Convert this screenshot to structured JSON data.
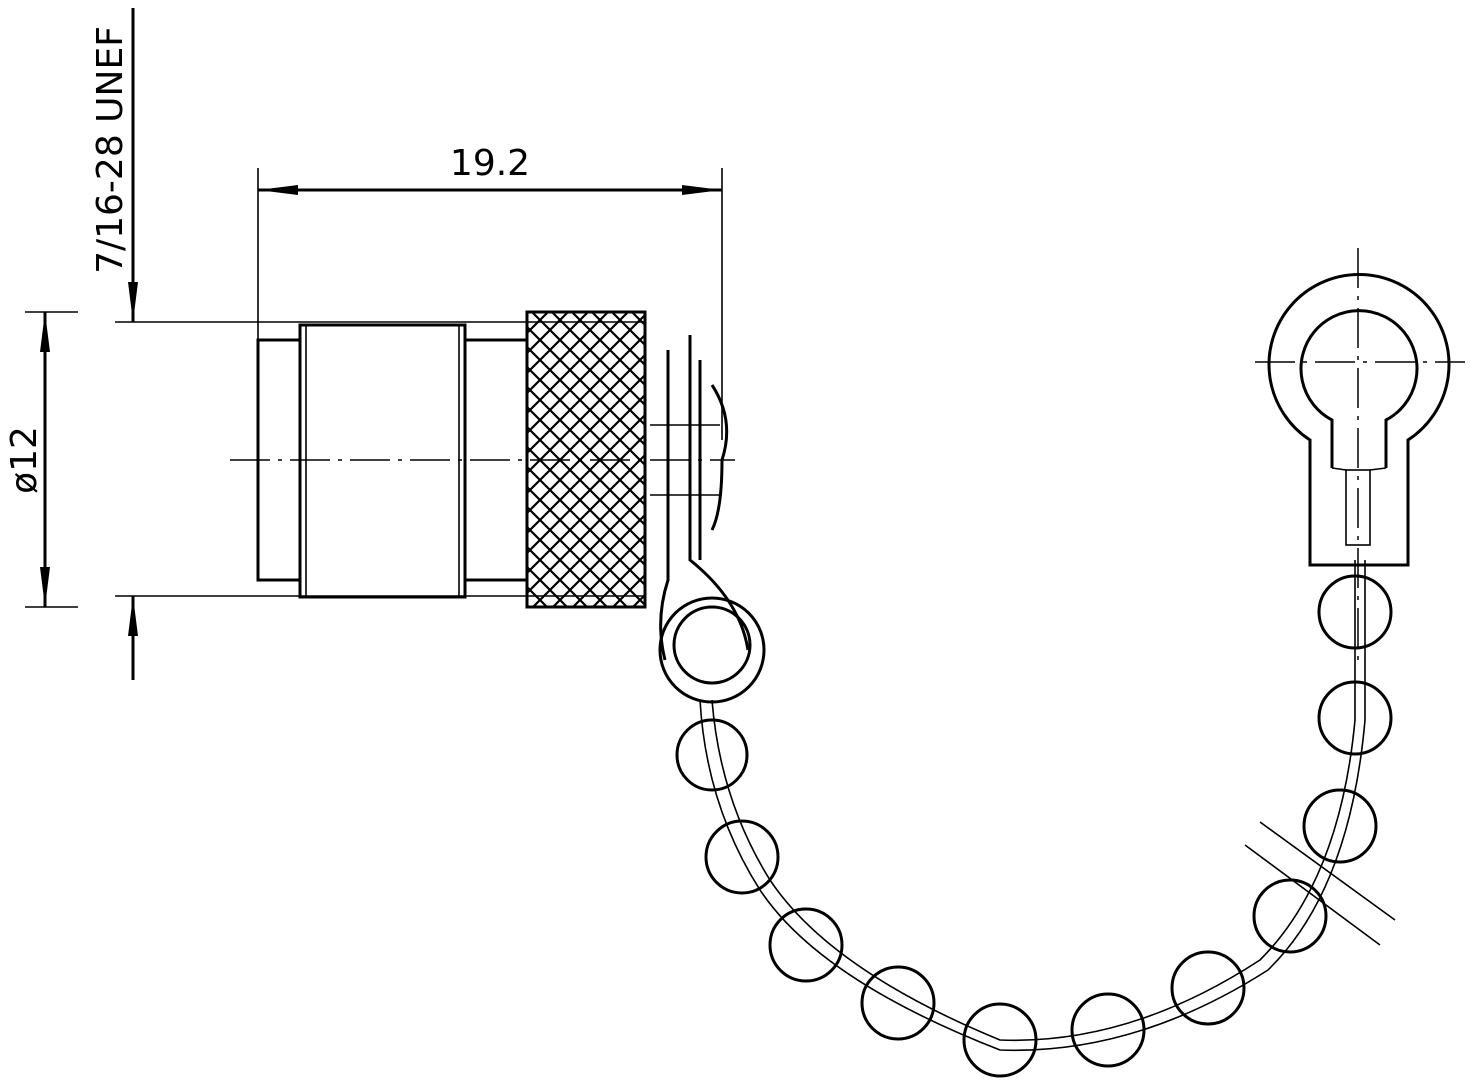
{
  "drawing": {
    "thread_label": "7/16-28 UNEF",
    "length_label": "19.2",
    "diameter_label": "ø12"
  }
}
